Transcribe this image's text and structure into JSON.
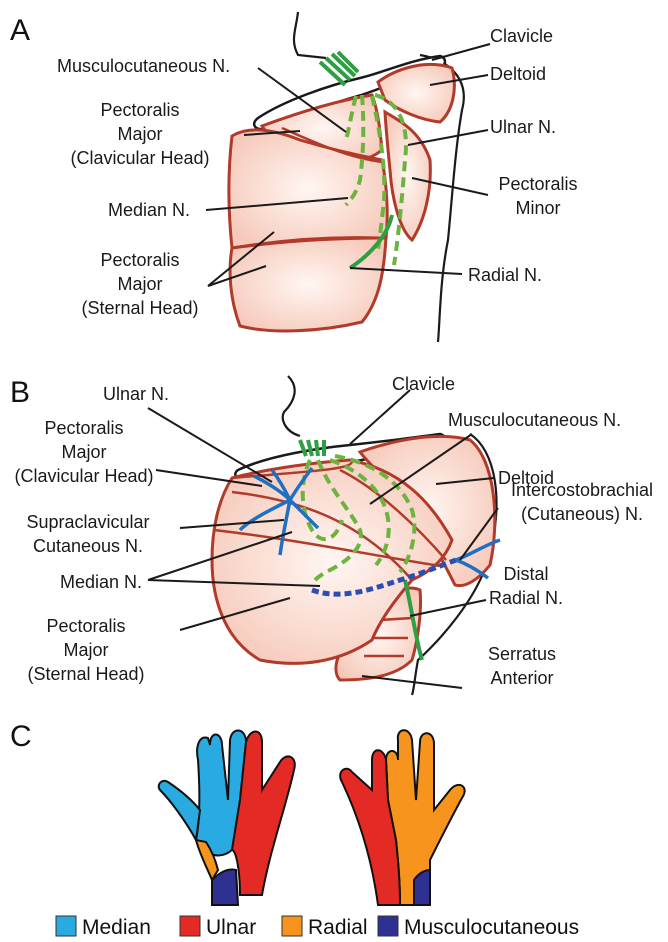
{
  "panels": {
    "a": "A",
    "b": "B",
    "c": "C"
  },
  "panel_a": {
    "clavicle": "Clavicle",
    "musculocutaneous": "Musculocutaneous N.",
    "deltoid": "Deltoid",
    "pect_clav_1": "Pectoralis",
    "pect_clav_2": "Major",
    "pect_clav_3": "(Clavicular Head)",
    "ulnar": "Ulnar N.",
    "pect_minor_1": "Pectoralis",
    "pect_minor_2": "Minor",
    "median": "Median N.",
    "pect_stern_1": "Pectoralis",
    "pect_stern_2": "Major",
    "pect_stern_3": "(Sternal Head)",
    "radial": "Radial N."
  },
  "panel_b": {
    "ulnar": "Ulnar N.",
    "clavicle": "Clavicle",
    "pect_clav_1": "Pectoralis",
    "pect_clav_2": "Major",
    "pect_clav_3": "(Clavicular Head)",
    "musculocutaneous": "Musculocutaneous N.",
    "deltoid": "Deltoid",
    "supra_1": "Supraclavicular",
    "supra_2": "Cutaneous N.",
    "interco_1": "Intercostobrachial",
    "interco_2": "(Cutaneous) N.",
    "median": "Median N.",
    "distal_1": "Distal",
    "distal_2": "Radial N.",
    "pect_stern_1": "Pectoralis",
    "pect_stern_2": "Major",
    "pect_stern_3": "(Sternal Head)",
    "serratus_1": "Serratus",
    "serratus_2": "Anterior"
  },
  "legend": {
    "items": [
      {
        "label": "Median",
        "color": "#29aae1"
      },
      {
        "label": "Ulnar",
        "color": "#e42a24"
      },
      {
        "label": "Radial",
        "color": "#f7941d"
      },
      {
        "label": "Musculocutaneous",
        "color": "#2e3192"
      }
    ]
  },
  "colors": {
    "muscle_fill": "#fbe3da",
    "muscle_stroke": "#b23a2a",
    "nerve_green": "#6db33f",
    "nerve_blue": "#1f6fc2"
  }
}
